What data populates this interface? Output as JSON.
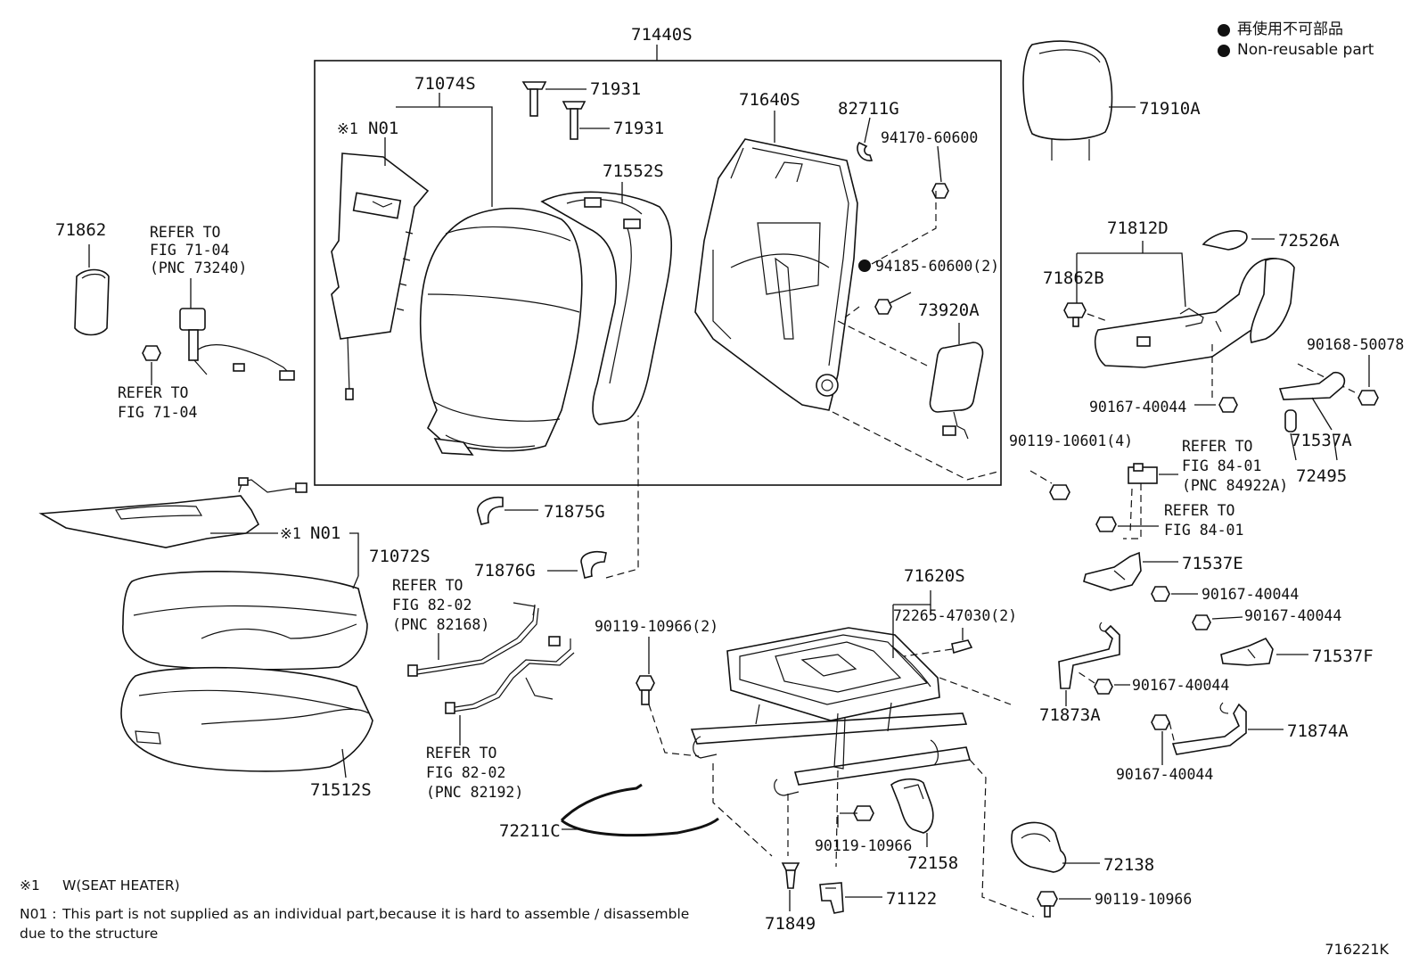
{
  "legend": {
    "jp": "再使用不可部品",
    "en": "Non-reusable part"
  },
  "labels": {
    "p71440S": "71440S",
    "p71074S": "71074S",
    "p71931a": "71931",
    "p71931b": "71931",
    "p71640S": "71640S",
    "p82711G": "82711G",
    "p94170": "94170-60600",
    "p71552S": "71552S",
    "p94185": "94185-60600(2)",
    "p73920A": "73920A",
    "note_mark": "※1",
    "n01_top": "N01",
    "p71910A": "71910A",
    "p71862": "71862",
    "refer_7104_a1": "REFER TO",
    "refer_7104_a2": "FIG 71-04",
    "refer_7104_a3": "(PNC 73240)",
    "refer_7104_b1": "REFER TO",
    "refer_7104_b2": "FIG 71-04",
    "p71812D": "71812D",
    "p72526A": "72526A",
    "p71862B": "71862B",
    "p90168": "90168-50078",
    "p90167_a": "90167-40044",
    "p71537A": "71537A",
    "p72495": "72495",
    "p90119_10601": "90119-10601(4)",
    "refer_8401_a1": "REFER TO",
    "refer_8401_a2": "FIG 84-01",
    "refer_8401_a3": "(PNC 84922A)",
    "refer_8401_b1": "REFER TO",
    "refer_8401_b2": "FIG 84-01",
    "p71875G": "71875G",
    "p71876G": "71876G",
    "n01_mid_mark": "※1",
    "n01_mid": "N01",
    "p71072S": "71072S",
    "p71537E": "71537E",
    "p90167_b": "90167-40044",
    "p90167_c": "90167-40044",
    "p71537F": "71537F",
    "p71620S": "71620S",
    "p72265": "72265-47030(2)",
    "refer_8202_a1": "REFER TO",
    "refer_8202_a2": "FIG 82-02",
    "refer_8202_a3": "(PNC 82168)",
    "p90119_10966_2": "90119-10966(2)",
    "p90167_d": "90167-40044",
    "p71873A": "71873A",
    "p71874A": "71874A",
    "p90167_e": "90167-40044",
    "refer_8202_b1": "REFER TO",
    "refer_8202_b2": "FIG 82-02",
    "refer_8202_b3": "(PNC 82192)",
    "p71512S": "71512S",
    "p72211C": "72211C",
    "p90119_10966_a": "90119-10966",
    "p72158": "72158",
    "p72138": "72138",
    "p90119_10966_b": "90119-10966",
    "p71849": "71849",
    "p71122": "71122"
  },
  "notes": {
    "n1_key": "※1",
    "n1_text": "W(SEAT HEATER)",
    "n2_key": "N01 :",
    "n2_text": "This part is not supplied as an individual part,because it is hard to assemble / disassemble",
    "n2_cont": "due to the structure"
  },
  "figure_code": "716221K"
}
